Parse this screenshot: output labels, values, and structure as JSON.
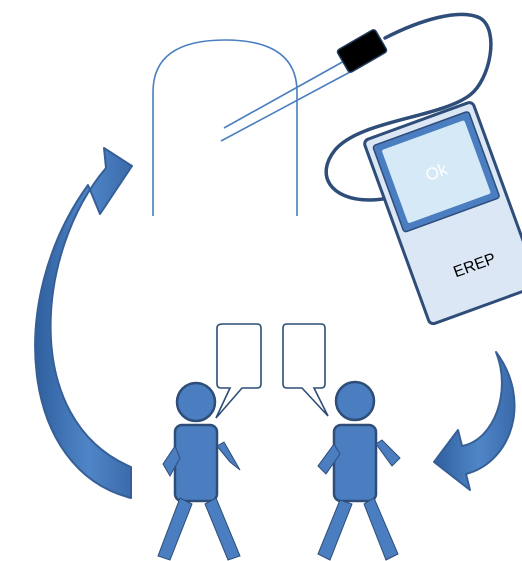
{
  "device": {
    "screen_text": "Ok",
    "label": "EREP"
  },
  "colors": {
    "arrow_fill": "#4a7ec0",
    "arrow_edge": "#365f96",
    "person_fill": "#4a7ec0",
    "person_edge": "#2e4d78",
    "line": "#4a7ec0",
    "cable": "#2e4d78",
    "device_body": "#dce7f5",
    "device_screen": "#d6e9f7",
    "sensor": "#000000"
  },
  "icons": [
    "cycle-arrow-left",
    "cycle-arrow-right",
    "speech-bubble",
    "person-icon",
    "sensor-probe",
    "cable"
  ]
}
